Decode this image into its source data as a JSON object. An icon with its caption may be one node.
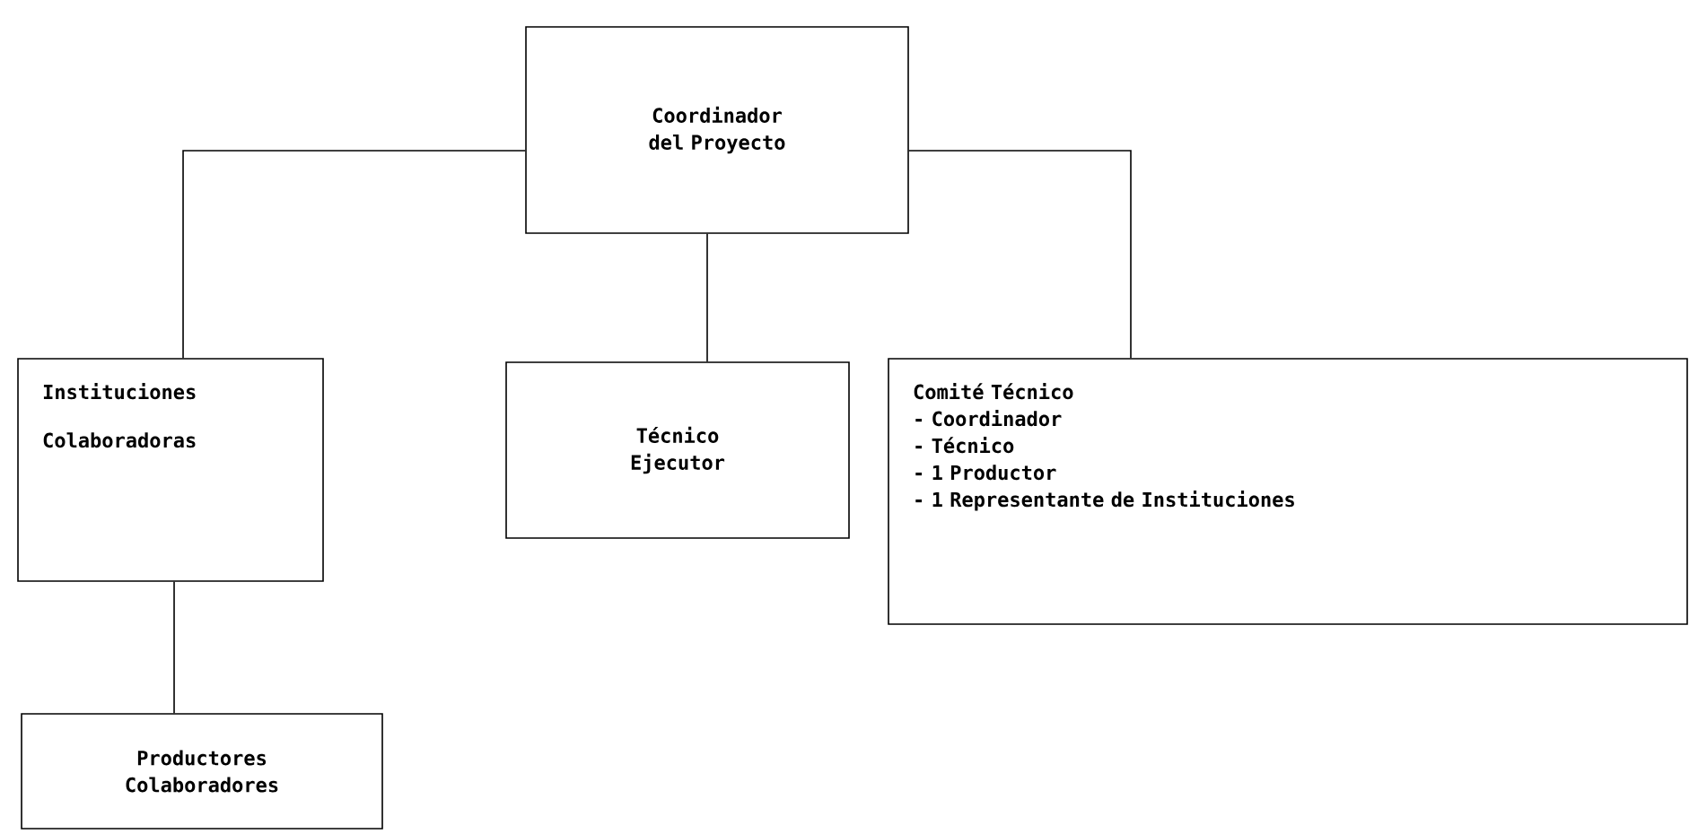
{
  "diagram": {
    "nodes": [
      {
        "text": [
          "Coordinador del Proyecto"
        ]
      },
      {
        "text": [
          "Instituciones",
          "Colaboradoras"
        ]
      },
      {
        "text": [
          "Técnico Ejecutor"
        ]
      },
      {
        "text": [
          "Comité Técnico",
          "- Coordinador",
          "- Técnico",
          "- 1 Productor",
          "- 1 Representante de Instituciones"
        ]
      },
      {
        "text": [
          "Productores Colaboradores"
        ]
      }
    ],
    "edges": [
      {
        "from": 0,
        "to": 1,
        "arrow": "none"
      },
      {
        "from": 0,
        "to": 2,
        "arrow": "none"
      },
      {
        "from": 0,
        "to": 3,
        "arrow": "none"
      },
      {
        "from": 1,
        "to": 4,
        "arrow": "none"
      }
    ]
  }
}
